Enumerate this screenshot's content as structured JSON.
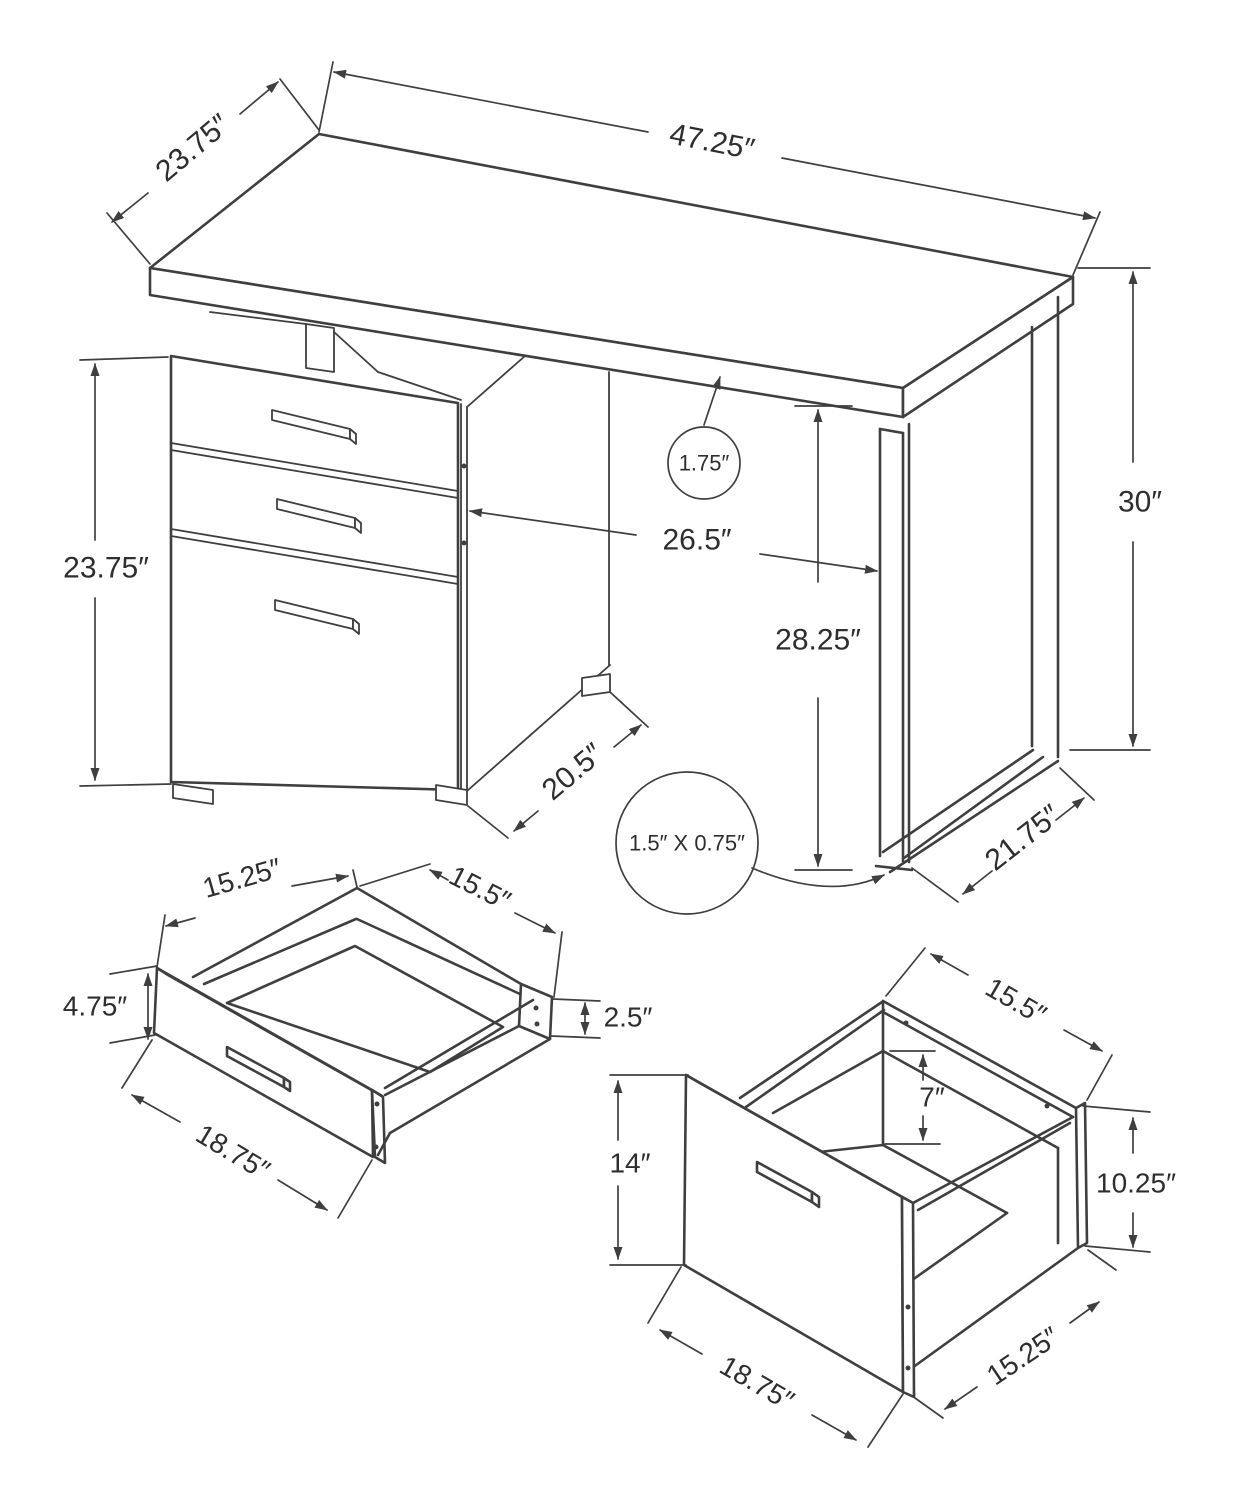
{
  "drawing": {
    "background": "#ffffff",
    "line_color": "#3f3f3f",
    "text_color": "#2e2e2e"
  },
  "dimensions": {
    "desk": {
      "top_depth": "23.75″",
      "top_length": "47.25″",
      "overall_height": "30″",
      "top_thickness": "1.75″",
      "clearance_width": "26.5″",
      "clearance_height": "28.25″",
      "cabinet_height": "23.75″",
      "cabinet_depth": "20.5″",
      "leg_tube_profile": "1.5″ X 0.75″",
      "leg_base_depth": "21.75″"
    },
    "small_drawer": {
      "inner_depth": "15.25″",
      "inner_width": "15.5″",
      "front_height": "4.75″",
      "side_height": "2.5″",
      "front_width": "18.75″"
    },
    "file_drawer": {
      "top_width": "15.5″",
      "inner_back_height": "7″",
      "front_height": "14″",
      "side_height": "10.25″",
      "front_width": "18.75″",
      "side_depth": "15.25″"
    }
  }
}
